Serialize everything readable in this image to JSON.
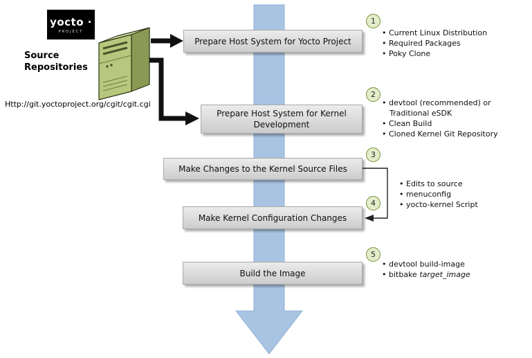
{
  "logo": {
    "name": "yocto ·",
    "tagline": "PROJECT"
  },
  "source": {
    "title": "Source Repositories",
    "url": "Http://git.yoctoproject.org/cgit/cgit.cgi"
  },
  "steps": [
    {
      "number": "1",
      "label": "Prepare Host System for Yocto Project",
      "bullets": [
        "Current Linux Distribution",
        "Required Packages",
        "Poky Clone"
      ]
    },
    {
      "number": "2",
      "label": "Prepare Host System for Kernel Development",
      "bullets": [
        "devtool (recommended) or Traditional eSDK",
        "Clean Build",
        "Cloned Kernel Git Repository"
      ]
    },
    {
      "number": "3",
      "label": "Make Changes to the Kernel Source Files"
    },
    {
      "number": "4",
      "label": "Make Kernel Configuration Changes"
    },
    {
      "number": "5",
      "label": "Build the Image",
      "bullets": [
        "devtool build-image"
      ],
      "bitbake": {
        "prefix": "bitbake ",
        "command": "target_image"
      }
    }
  ],
  "shared_annotation": {
    "applies_to_steps": "3-4",
    "bullets": [
      "Edits to source",
      "menuconfig",
      "yocto-kernel Script"
    ]
  },
  "colors": {
    "flow_arrow": "#a8c4e2",
    "step_box": "#d9d9d9",
    "badge_fill": "#e4ecca",
    "badge_border": "#76923c",
    "server_front": "#b7c87e",
    "server_side": "#8a9a54",
    "server_top": "#d8e2ac",
    "connector": "#111111"
  }
}
